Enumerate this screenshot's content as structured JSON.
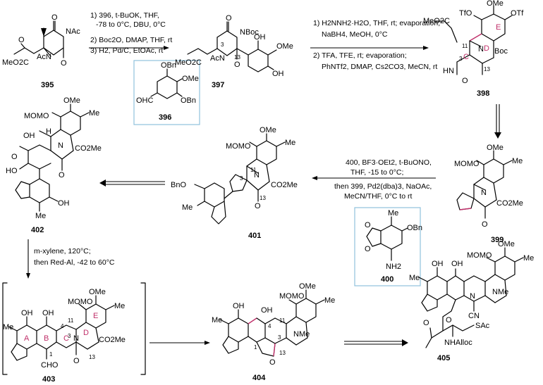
{
  "compounds": {
    "c395": "395",
    "c396": "396",
    "c397": "397",
    "c398": "398",
    "c399": "399",
    "c400": "400",
    "c401": "401",
    "c402": "402",
    "c403": "403",
    "c404": "404",
    "c405": "405"
  },
  "atoms": {
    "NAc": "NAc",
    "AcN": "AcN",
    "MeO2C": "MeO2C",
    "O": "O",
    "OH": "OH",
    "OMe": "OMe",
    "NBoc": "NBoc",
    "HN": "HN",
    "OTf": "OTf",
    "TfO": "TfO",
    "Boc": "Boc",
    "N": "N",
    "OBn": "OBn",
    "BnO": "BnO",
    "OHC": "OHC",
    "MOMO": "MOMO",
    "Me": "Me",
    "CO2Me": "CO2Me",
    "HO": "HO",
    "NH2": "NH2",
    "CHO": "CHO",
    "NMe": "NMe",
    "CN": "CN",
    "SAc": "SAc",
    "NHAlloc": "NHAlloc",
    "H": "H"
  },
  "locants": {
    "l1": "1",
    "l3": "3",
    "l4": "4",
    "l11": "11",
    "l13": "13"
  },
  "rings": {
    "A": "A",
    "B": "B",
    "C": "C",
    "D": "D",
    "E": "E"
  },
  "conditions": {
    "step1": [
      "1) 396, t-BuOK, THF,",
      "-78 to 0°C, DBU, 0°C",
      "2) Boc2O, DMAP, THF, rt",
      "3) H2, Pd/C, EtOAc, rt"
    ],
    "step2": [
      "1) H2NNH2·H2O, THF, rt; evaporation;",
      "NaBH4, MeOH, 0°C",
      "2) TFA, TFE, rt; evaporation;",
      "PhNTf2, DMAP, Cs2CO3, MeCN, rt"
    ],
    "step4": [
      "400, BF3·OEt2, t-BuONO,",
      "THF, -15 to 0°C;",
      "then 399, Pd2(dba)3, NaOAc,",
      "MeCN/THF, 0°C to rt"
    ],
    "step6": [
      "m-xylene, 120°C;",
      "then Red-Al, -42 to 60°C"
    ]
  },
  "colors": {
    "accent": "#c0306a",
    "box": "#8fc1dc"
  }
}
